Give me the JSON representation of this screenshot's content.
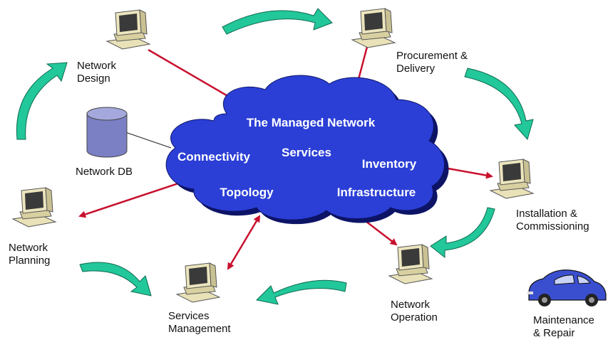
{
  "cloud": {
    "title": "The Managed Network",
    "items": [
      "Connectivity",
      "Services",
      "Inventory",
      "Topology",
      "Infrastructure"
    ]
  },
  "database": {
    "label": "Network DB"
  },
  "nodes": [
    {
      "id": "design",
      "line1": "Network",
      "line2": "Design",
      "icon": "computer-icon"
    },
    {
      "id": "procurement",
      "line1": "Procurement &",
      "line2": "Delivery",
      "icon": "computer-icon"
    },
    {
      "id": "installation",
      "line1": "Installation &",
      "line2": "Commissioning",
      "icon": "computer-icon"
    },
    {
      "id": "maintenance",
      "line1": "Maintenance",
      "line2": "& Repair",
      "icon": "car-icon"
    },
    {
      "id": "operation",
      "line1": "Network",
      "line2": "Operation",
      "icon": "computer-icon"
    },
    {
      "id": "services",
      "line1": "Services",
      "line2": "Management",
      "icon": "computer-icon"
    },
    {
      "id": "planning",
      "line1": "Network",
      "line2": "Planning",
      "icon": "computer-icon"
    }
  ],
  "colors": {
    "cloud_fill": "#2b3fd6",
    "cloud_shadow": "#0d1466",
    "connector": "#c8102e",
    "cycle_arrow": "#22c79a",
    "database": "#7b7fc4",
    "car": "#3a4fd0"
  }
}
